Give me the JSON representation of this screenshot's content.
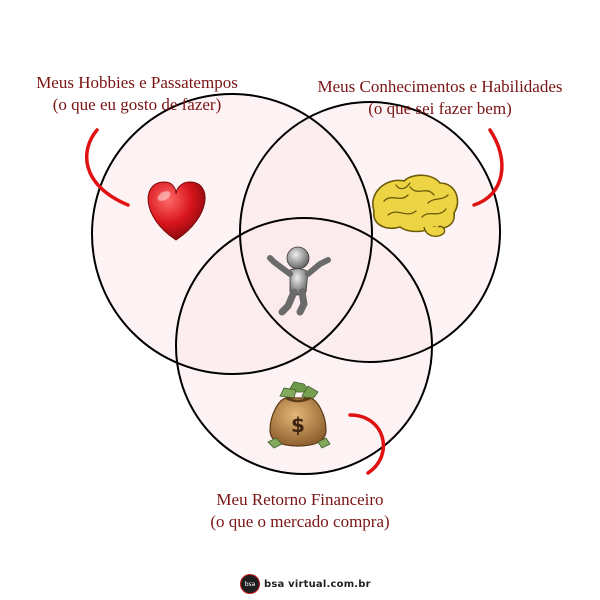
{
  "labels": {
    "hobbies": {
      "line1": "Meus Hobbies e Passatempos",
      "line2": "(o que eu gosto de fazer)",
      "icon": "heart-icon"
    },
    "skills": {
      "line1": "Meus Conhecimentos e Habilidades",
      "line2": "(o que sei fazer bem)",
      "icon": "brain-icon"
    },
    "money": {
      "line1": "Meu Retorno Financeiro",
      "line2": "(o que o mercado compra)",
      "icon": "money-bag-icon"
    },
    "center": {
      "icon": "jumping-person-icon"
    }
  },
  "footer": {
    "logo_mark": "bsa",
    "logo_text": "bsa virtual.com.br"
  },
  "colors": {
    "circle_fill": "#fde3e5",
    "circle_stroke": "#000000",
    "label_text": "#7a1414",
    "accent_curve": "#e01111",
    "heart": "#d8141b",
    "brain": "#ecd445",
    "money_bag": "#b07a3c"
  }
}
